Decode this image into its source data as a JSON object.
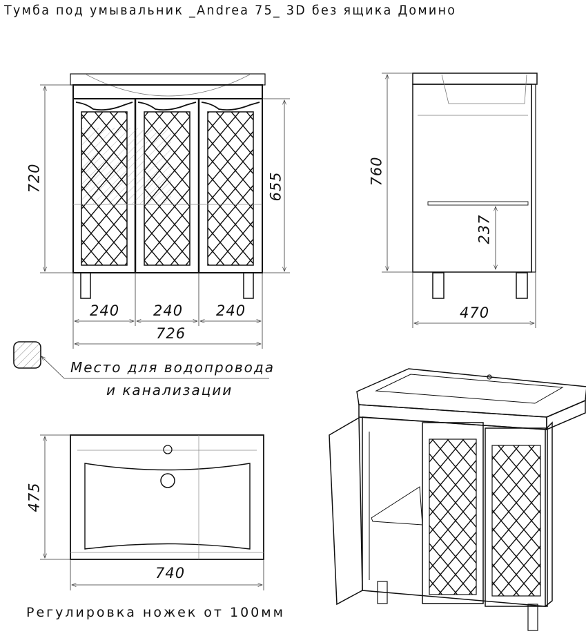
{
  "title": "Тумба под умывальник _Andrea 75_ 3D без ящика Домино",
  "front_view": {
    "height_total": "720",
    "height_doors": "655",
    "door_widths": [
      "240",
      "240",
      "240"
    ],
    "width_total": "726"
  },
  "side_view": {
    "height_total": "760",
    "shelf_height": "237",
    "depth": "470"
  },
  "top_view": {
    "depth": "475",
    "width": "740"
  },
  "legend": {
    "line1": "Место для водопровода",
    "line2": "и канализации"
  },
  "note": "Регулировка ножек от 100мм",
  "colors": {
    "line": "#111111",
    "thin": "#777777",
    "bg": "#ffffff"
  }
}
